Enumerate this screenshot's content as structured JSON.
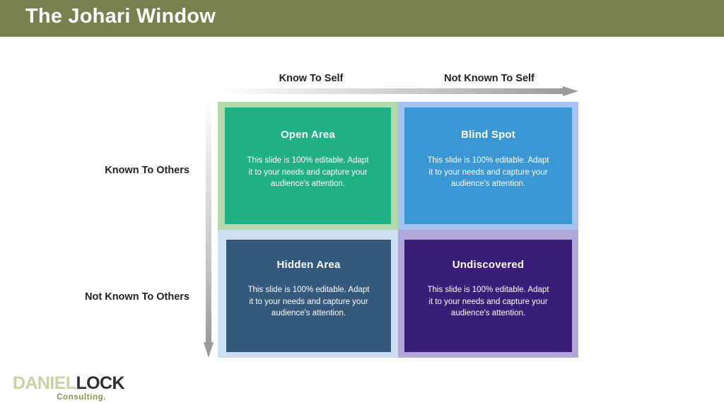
{
  "header": {
    "title": "The Johari Window",
    "bar_color": "#78804f"
  },
  "axes": {
    "columns": [
      {
        "label": "Know To Self"
      },
      {
        "label": "Not Known To Self"
      }
    ],
    "rows": [
      {
        "label": "Known To Others"
      },
      {
        "label": "Not Known To Others"
      }
    ],
    "horizontal_arrow_icon": "right-arrow-icon",
    "vertical_arrow_icon": "down-arrow-icon"
  },
  "matrix": {
    "body_text": "This slide is 100% editable. Adapt it to your needs and capture your audience's attention.",
    "quadrants": [
      {
        "key": "open-area",
        "title": "Open Area",
        "body": "This slide is 100% editable. Adapt it to your needs and capture your audience's attention.",
        "fill_color": "#1fb086",
        "frame_color": "#b4d8a9"
      },
      {
        "key": "blind-spot",
        "title": "Blind Spot",
        "body": "This slide is 100% editable. Adapt it to your needs and capture your audience's attention.",
        "fill_color": "#3a97d4",
        "frame_color": "#a7c1f1"
      },
      {
        "key": "hidden-area",
        "title": "Hidden Area",
        "body": "This slide is 100% editable. Adapt it to your needs and capture your audience's attention.",
        "fill_color": "#35597d",
        "frame_color": "#ccdef0"
      },
      {
        "key": "undiscovered",
        "title": "Undiscovered",
        "body": "This slide is 100% editable. Adapt it to your needs and capture your audience's attention.",
        "fill_color": "#3a1d78",
        "frame_color": "#b0a8d8"
      }
    ]
  },
  "logo": {
    "name_light": "DANIEL",
    "name_bold": "LOCK",
    "tagline": "Consulting.",
    "light_color": "#cfcfa6",
    "bold_color": "#2f2f2f",
    "tagline_color": "#8a9150"
  }
}
